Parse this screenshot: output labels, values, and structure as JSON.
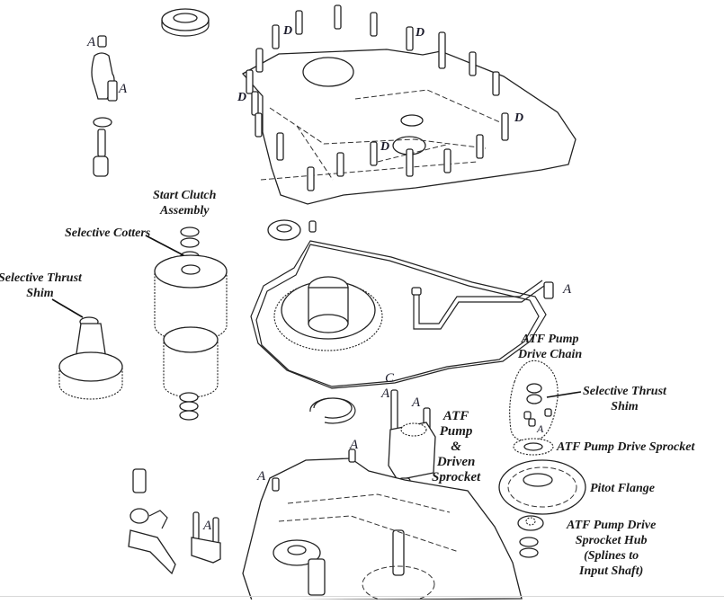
{
  "diagram": {
    "title": "Transmission exploded view (Start clutch / ATF pump)",
    "labels": {
      "start_clutch": [
        "Start Clutch",
        "Assembly"
      ],
      "selective_cotters": "Selective Cotters",
      "selective_thrust_shim_left": [
        "Selective Thrust",
        "Shim"
      ],
      "atf_pump_drive_chain": [
        "ATF Pump",
        "Drive Chain"
      ],
      "selective_thrust_shim_right": [
        "Selective Thrust",
        "Shim"
      ],
      "atf_pump_drive_sprocket": "ATF Pump Drive Sprocket",
      "pitot_flange": "Pitot Flange",
      "atf_pump_drive_sprocket_hub": [
        "ATF Pump Drive",
        "Sprocket Hub",
        "(Splines to",
        "Input Shaft)"
      ],
      "atf_pump_driven_sprocket": [
        "ATF",
        "Pump",
        "&",
        "Driven",
        "Sprocket"
      ]
    },
    "bolt_tags": {
      "A": "A",
      "C": "C",
      "D": "D"
    }
  }
}
